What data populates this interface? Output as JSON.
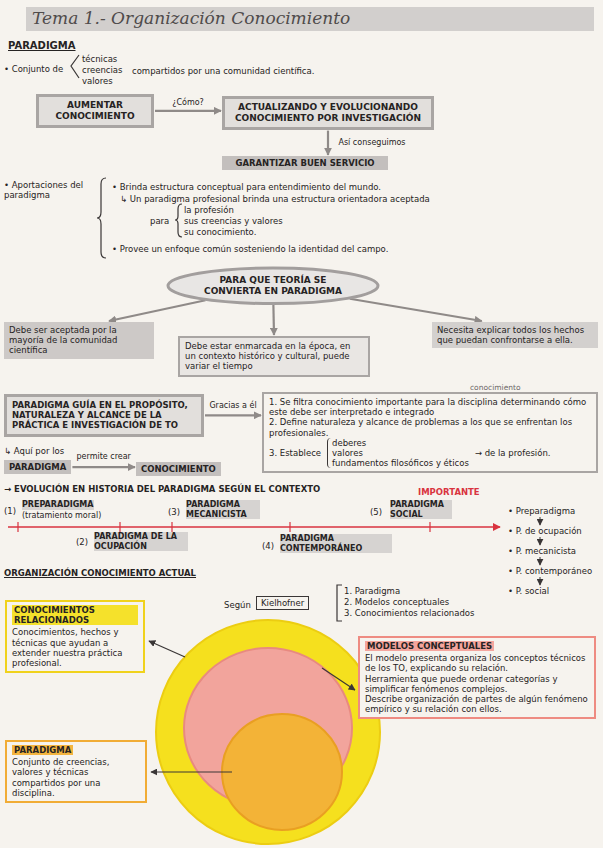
{
  "diagram": {
    "title": "Tema 1.- Organización Conocimiento",
    "nodes": [
      {
        "text": [
          "AUMENTAR CONOCIMIENTO"
        ]
      },
      {
        "text": [
          "ACTUALIZANDO Y EVOLUCIONANDO CONOCIMIENTO POR INVESTIGACIÓN"
        ]
      },
      {
        "text": [
          "GARANTIZAR BUEN SERVICIO"
        ]
      },
      {
        "text": [
          "PARA QUE TEORÍA SE CONVIERTA EN PARADIGMA"
        ]
      },
      {
        "text": [
          "Debe ser aceptada por la mayoría de la comunidad científica"
        ]
      },
      {
        "text": [
          "Debe estar enmarcada en la época, en un contexto histórico y cultural, puede variar el tiempo"
        ]
      },
      {
        "text": [
          "Necesita explicar todos los hechos que puedan confrontarse a ella."
        ]
      },
      {
        "text": [
          "PARADIGMA GUÍA EN EL PROPÓSITO, NATURALEZA Y ALCANCE DE LA PRÁCTICA E INVESTIGACIÓN DE TO"
        ]
      },
      {
        "text": [
          "1. Se filtra conocimiento importante para la disciplina determinando cómo este debe ser interpretado e integrado",
          "2. Define naturaleza y alcance de problemas a los que se enfrentan los profesionales.",
          "3. Establece",
          "deberes",
          "valores",
          "fundamentos filosóficos y éticos",
          "→ de la profesión."
        ]
      },
      {
        "text": [
          "PARADIGMA"
        ]
      },
      {
        "text": [
          "CONOCIMIENTO"
        ]
      },
      {
        "text": [
          "Kielhofner"
        ]
      },
      {
        "text": [
          "CONOCIMIENTOS RELACIONADOS",
          "Conocimientos, hechos y técnicas que ayudan a extender nuestra práctica profesional."
        ]
      },
      {
        "text": [
          "MODELOS CONCEPTUALES",
          "El modelo presenta organiza los conceptos técnicos de los TO, explicando su relación.",
          "Herramienta que puede ordenar categorías y simplificar fenómenos complejos.",
          "Describe organización de partes de algún fenómeno empírico y su relación con ellos."
        ]
      },
      {
        "text": [
          "PARADIGMA",
          "Conjunto de creencias, valores y técnicas compartidos por una disciplina."
        ]
      }
    ],
    "edges": [
      {
        "from": 0,
        "to": 1,
        "label": "¿Cómo?",
        "arrow": "to"
      },
      {
        "from": 1,
        "to": 2,
        "label": "Así conseguimos",
        "arrow": "to"
      },
      {
        "from": 3,
        "to": 4,
        "arrow": "to"
      },
      {
        "from": 3,
        "to": 5,
        "arrow": "to"
      },
      {
        "from": 3,
        "to": 6,
        "arrow": "to"
      },
      {
        "from": 7,
        "to": 8,
        "label": "Gracias a él",
        "arrow": "to"
      },
      {
        "from": 9,
        "to": 10,
        "label": "permite crear",
        "arrow": "to"
      }
    ],
    "labels": [
      "PARADIGMA",
      "• Conjunto de",
      "técnicas",
      "creencias",
      "valores",
      "compartidos por una comunidad científica.",
      "• Aportaciones del paradigma",
      "• Brinda estructura conceptual para entendimiento del mundo.",
      "↳ Un paradigma profesional brinda una estructura orientadora aceptada",
      "para",
      "la profesión",
      "sus creencias y valores",
      "su conocimiento.",
      "• Provee un enfoque común sosteniendo la identidad del campo.",
      "conocimiento",
      "↳ Aquí por los",
      "→ EVOLUCIÓN EN HISTORIA DEL PARADIGMA SEGÚN EL CONTEXTO",
      "IMPORTANTE",
      "(1)",
      "PREPARADIGMA",
      "(tratamiento moral)",
      "(3)",
      "PARADIGMA MECANICISTA",
      "(5)",
      "PARADIGMA SOCIAL",
      "(2)",
      "PARADIGMA DE LA OCUPACIÓN",
      "(4)",
      "PARADIGMA CONTEMPORÁNEO",
      "• Preparadigma",
      "• P. de ocupación",
      "• P. mecanicista",
      "• P. contemporáneo",
      "• P. social",
      "ORGANIZACIÓN CONOCIMIENTO ACTUAL",
      "Según",
      "1. Paradigma",
      "2. Modelos conceptuales",
      "3. Conocimientos relacionados"
    ]
  }
}
